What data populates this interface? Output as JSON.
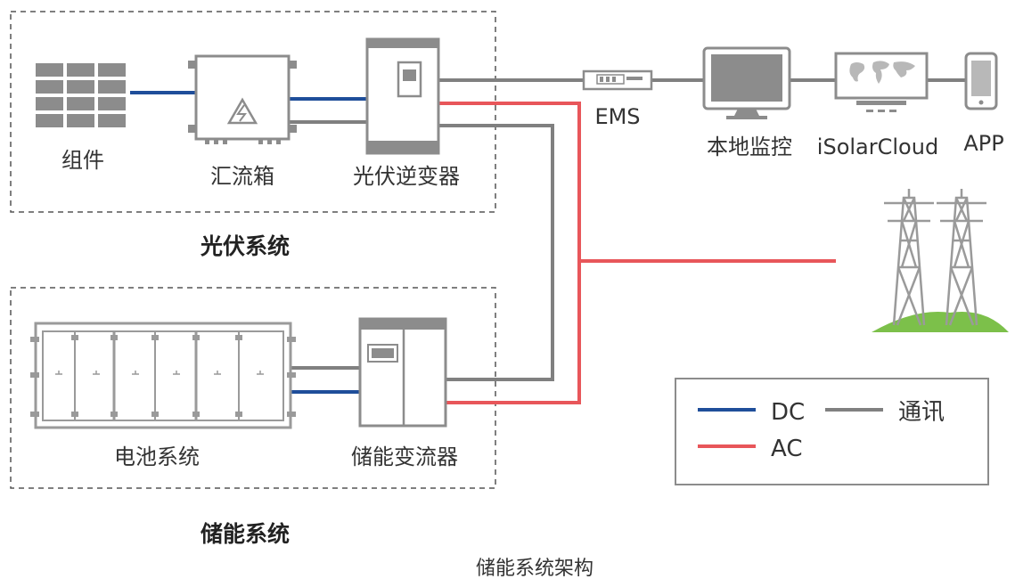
{
  "labels": {
    "modules": "组件",
    "combiner": "汇流箱",
    "inverter": "光伏逆变器",
    "ems": "EMS",
    "monitor": "本地监控",
    "cloud": "iSolarCloud",
    "app": "APP",
    "battery": "电池系统",
    "pcs": "储能变流器"
  },
  "groups": {
    "pv": "光伏系统",
    "storage": "储能系统"
  },
  "legend": {
    "dc": "DC",
    "ac": "AC",
    "comm": "通讯"
  },
  "caption": "储能系统架构",
  "colors": {
    "dc": "#1f4e9a",
    "ac": "#e8565a",
    "comm": "#808080",
    "ground": "#7cc04a",
    "equipment": "#a0a0a0"
  }
}
